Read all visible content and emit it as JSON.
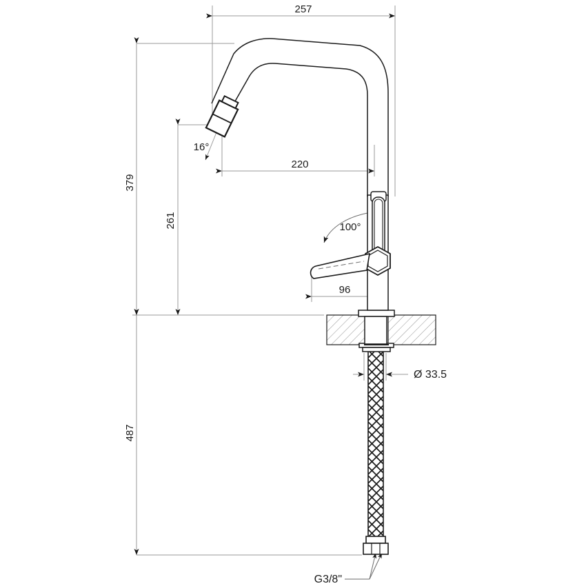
{
  "drawing": {
    "title": "Kitchen faucet dimensional drawing",
    "units": "mm",
    "line_color": "#1a1a1a",
    "dimension_line_color": "#9a9a9a",
    "hatch_color": "#8c8c8c",
    "background": "#ffffff"
  },
  "dimensions": {
    "overall_width": "257",
    "spout_reach": "220",
    "spout_height": "379",
    "spout_height_inner": "261",
    "handle_offset": "96",
    "total_height": "487",
    "shank_diameter": "Ø 33.5",
    "aerator_angle": "16°",
    "handle_rotation": "100°",
    "inlet_thread": "G3/8\""
  },
  "parts": {
    "spout": "gooseneck-spout",
    "aerator": "aerator-nut",
    "body": "faucet-body",
    "lever": "lever-handle",
    "pivot": "hex-pivot-boss",
    "countertop": "countertop-section",
    "mounting_nut": "mounting-nut",
    "hose": "braided-supply-hose",
    "inlet_fitting": "inlet-fitting"
  }
}
